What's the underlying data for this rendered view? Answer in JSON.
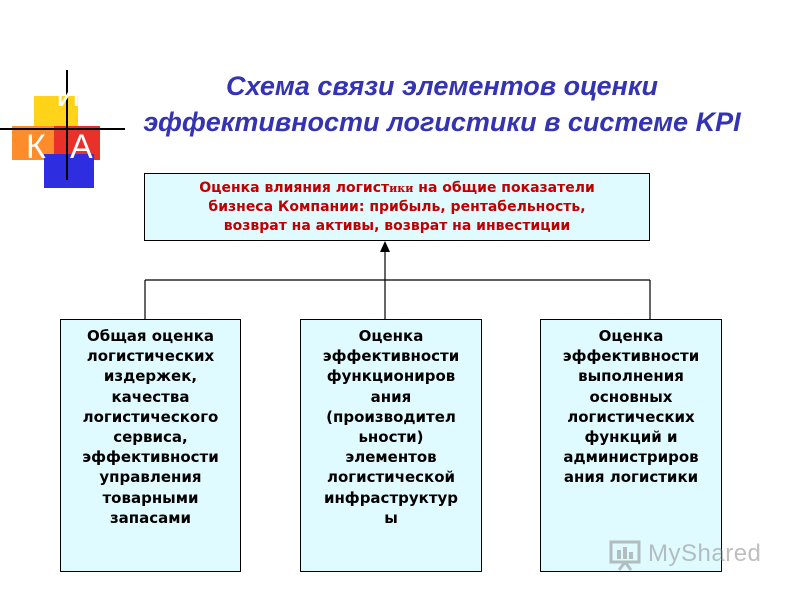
{
  "title": {
    "line1": "Схема связи элементов оценки",
    "line2": "эффективности логистики в системе KPI"
  },
  "logo": {
    "letters": [
      "И",
      "К",
      "А"
    ],
    "colors": {
      "yellow": "#ffd319",
      "orange": "#ff8c2a",
      "red": "#e9302b",
      "blue": "#2e2ee0"
    }
  },
  "top_box": {
    "line1_part1": "Оценка влияния логист",
    "line1_part2": "ики",
    "line1_part3": " на общие показатели",
    "line2": "бизнеса Компании: прибыль, рентабельность,",
    "line3": "возврат на активы, возврат на инвестиции"
  },
  "boxes": [
    {
      "lines": [
        "Общая оценка",
        "логистических",
        "издержек,",
        "качества",
        "логистического",
        "сервиса,",
        "эффективности",
        "управления",
        "товарными",
        "запасами"
      ]
    },
    {
      "lines": [
        "Оценка",
        "эффективности",
        "функциониров",
        "ания",
        "(производител",
        "ьности)",
        "элементов",
        "логистической",
        "инфраструктур",
        "ы"
      ]
    },
    {
      "lines": [
        "Оценка",
        "эффективности",
        "выполнения",
        "основных",
        "логистических",
        "функций и",
        "администриров",
        "ания логистики"
      ]
    }
  ],
  "watermark": {
    "text": "MyShared",
    "icon": "presentation-board-icon"
  },
  "colors": {
    "title": "#3333b3",
    "top_box_text": "#c00000",
    "box_fill": "#e0fbff",
    "box_border": "#000000"
  }
}
